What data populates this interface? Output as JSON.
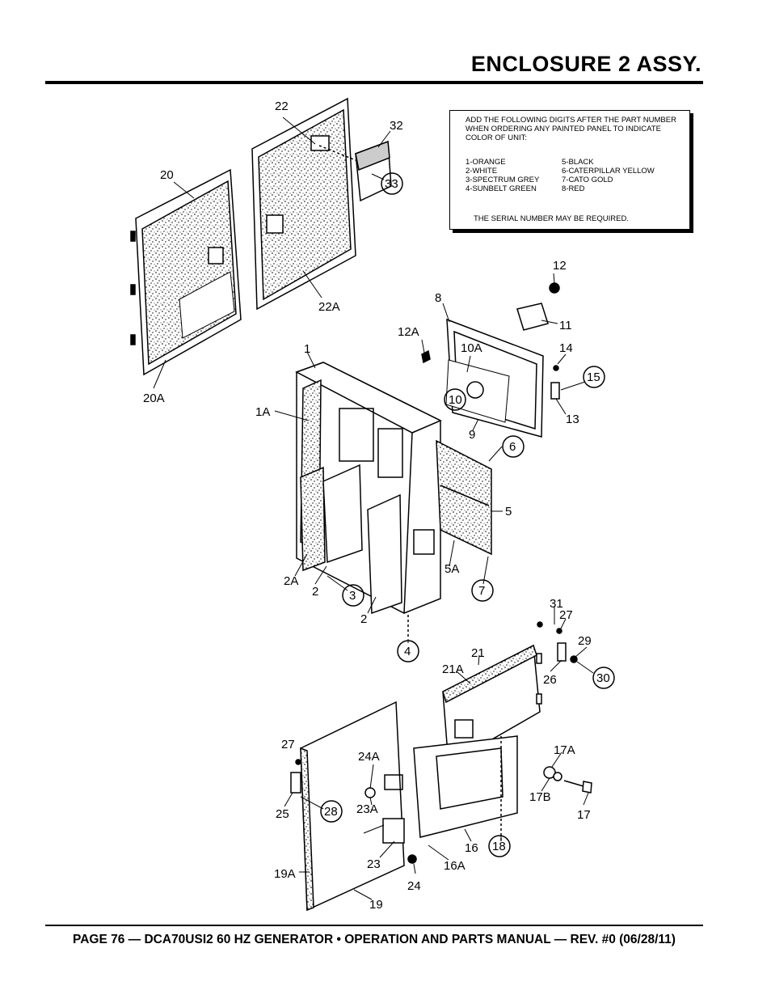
{
  "header": {
    "title": "ENCLOSURE 2 ASSY."
  },
  "note": {
    "instruction": "ADD THE FOLLOWING DIGITS AFTER THE PART NUMBER WHEN ORDERING ANY PAINTED PANEL TO INDICATE COLOR OF UNIT:",
    "colors_left": [
      "1-ORANGE",
      "2-WHITE",
      "3-SPECTRUM GREY",
      "4-SUNBELT GREEN"
    ],
    "colors_right": [
      "5-BLACK",
      "6-CATERPILLAR YELLOW",
      "7-CATO GOLD",
      "8-RED"
    ],
    "serial": "THE SERIAL NUMBER MAY BE REQUIRED."
  },
  "callouts": {
    "p1": "1",
    "p1A": "1A",
    "p2a": "2",
    "p2b": "2",
    "p2A": "2A",
    "p3": "3",
    "p4": "4",
    "p5": "5",
    "p5A": "5A",
    "p6": "6",
    "p7": "7",
    "p8": "8",
    "p9": "9",
    "p10": "10",
    "p10A": "10A",
    "p11": "11",
    "p12": "12",
    "p12A": "12A",
    "p13": "13",
    "p14": "14",
    "p15": "15",
    "p16": "16",
    "p16A": "16A",
    "p17": "17",
    "p17A": "17A",
    "p17B": "17B",
    "p18": "18",
    "p19": "19",
    "p19A": "19A",
    "p20": "20",
    "p20A": "20A",
    "p21": "21",
    "p21A": "21A",
    "p22": "22",
    "p22A": "22A",
    "p23": "23",
    "p23A": "23A",
    "p24": "24",
    "p24A": "24A",
    "p25": "25",
    "p26": "26",
    "p27a": "27",
    "p27b": "27",
    "p28": "28",
    "p29": "29",
    "p30": "30",
    "p31": "31",
    "p32": "32",
    "p33": "33"
  },
  "footer": {
    "text": "PAGE 76 — DCA70USI2 60 HZ GENERATOR • OPERATION AND PARTS MANUAL — REV. #0 (06/28/11)"
  }
}
